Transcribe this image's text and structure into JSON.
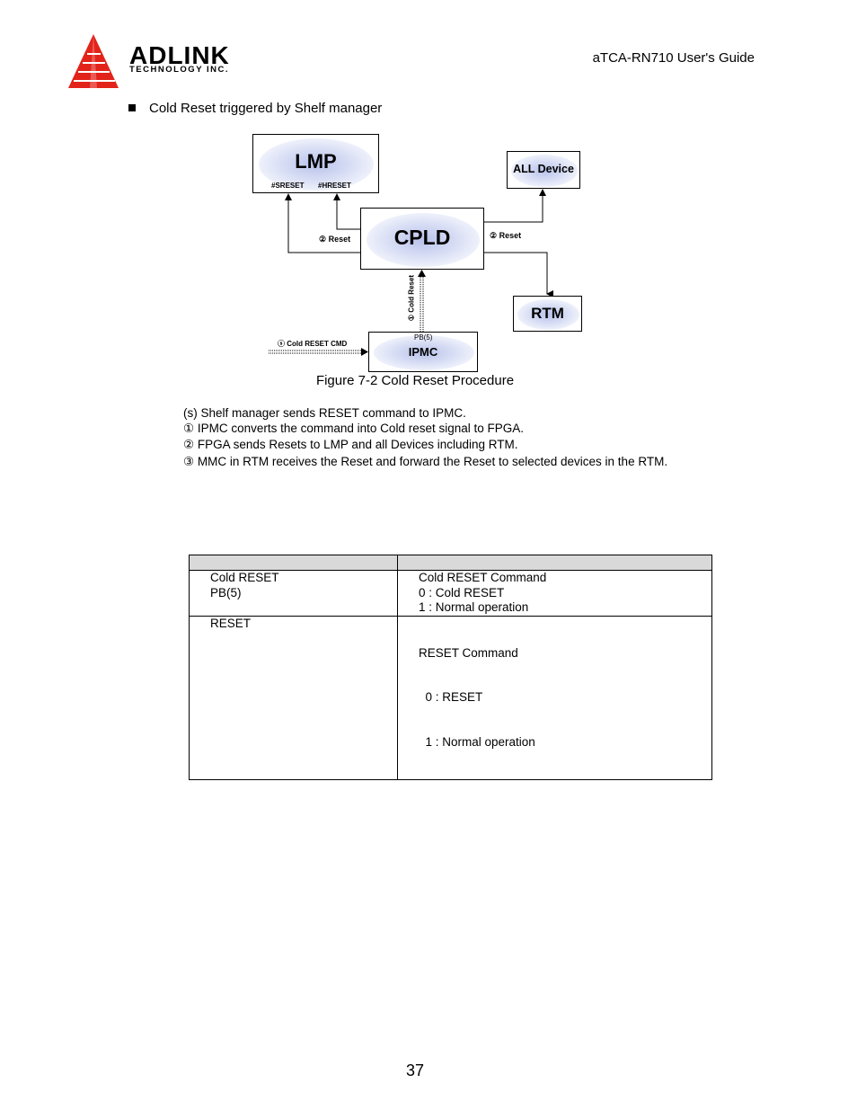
{
  "header": {
    "logo_text": "ADLINK",
    "logo_subtext": "TECHNOLOGY INC.",
    "guide_title": "aTCA-RN710 User's Guide",
    "brand_color": "#e2231a"
  },
  "section": {
    "bullet_text": "Cold Reset triggered by Shelf manager"
  },
  "diagram": {
    "lmp": {
      "title": "LMP",
      "pin_srst": "#SRESET",
      "pin_hrst": "#HRESET"
    },
    "cpld": {
      "title": "CPLD"
    },
    "all_device": {
      "title": "ALL Device"
    },
    "rtm": {
      "title": "RTM"
    },
    "ipmc": {
      "title": "IPMC",
      "pin": "PB(5)"
    },
    "label_reset_left": "② Reset",
    "label_reset_right": "② Reset",
    "label_cold_reset": "① Cold Reset",
    "label_cold_reset_cmd": "ⓢ Cold RESET CMD",
    "glow_color": "#b9c3ea"
  },
  "caption": "Figure 7-2 Cold Reset Procedure",
  "steps": [
    "(s) Shelf manager sends RESET command to IPMC.",
    "① IPMC converts the command into Cold reset signal to FPGA.",
    "② FPGA sends Resets to LMP and all Devices including RTM.",
    "③ MMC in RTM receives the Reset and forward the Reset to selected devices in the RTM."
  ],
  "table": {
    "header_color": "#d9d9d9",
    "rows": [
      {
        "signal": [
          "Cold RESET",
          "PB(5)"
        ],
        "description": [
          "Cold RESET Command",
          "0 : Cold RESET",
          "1 : Normal operation"
        ]
      },
      {
        "signal": [
          "RESET"
        ],
        "description": [
          "RESET Command",
          "  0 : RESET",
          "  1 : Normal operation"
        ]
      }
    ]
  },
  "page_number": "37"
}
